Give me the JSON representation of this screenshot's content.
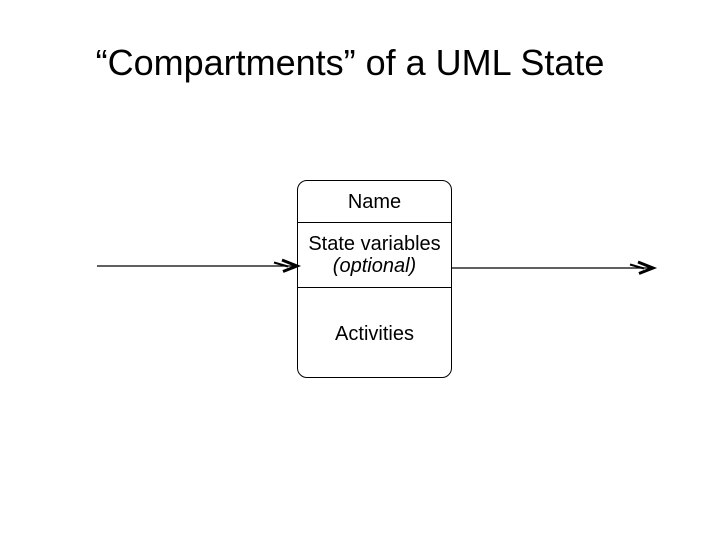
{
  "slide": {
    "title": "“Compartments” of a UML State",
    "background_color": "#ffffff",
    "ink_color": "#000000"
  },
  "state_box": {
    "name_compartment": "Name",
    "variables_compartment": {
      "line1": "State variables",
      "line2": "(optional)"
    },
    "activities_compartment": "Activities"
  },
  "arrows": {
    "incoming": {
      "icon": "arrow-right-icon",
      "direction": "right"
    },
    "outgoing": {
      "icon": "arrow-right-icon",
      "direction": "right"
    }
  }
}
